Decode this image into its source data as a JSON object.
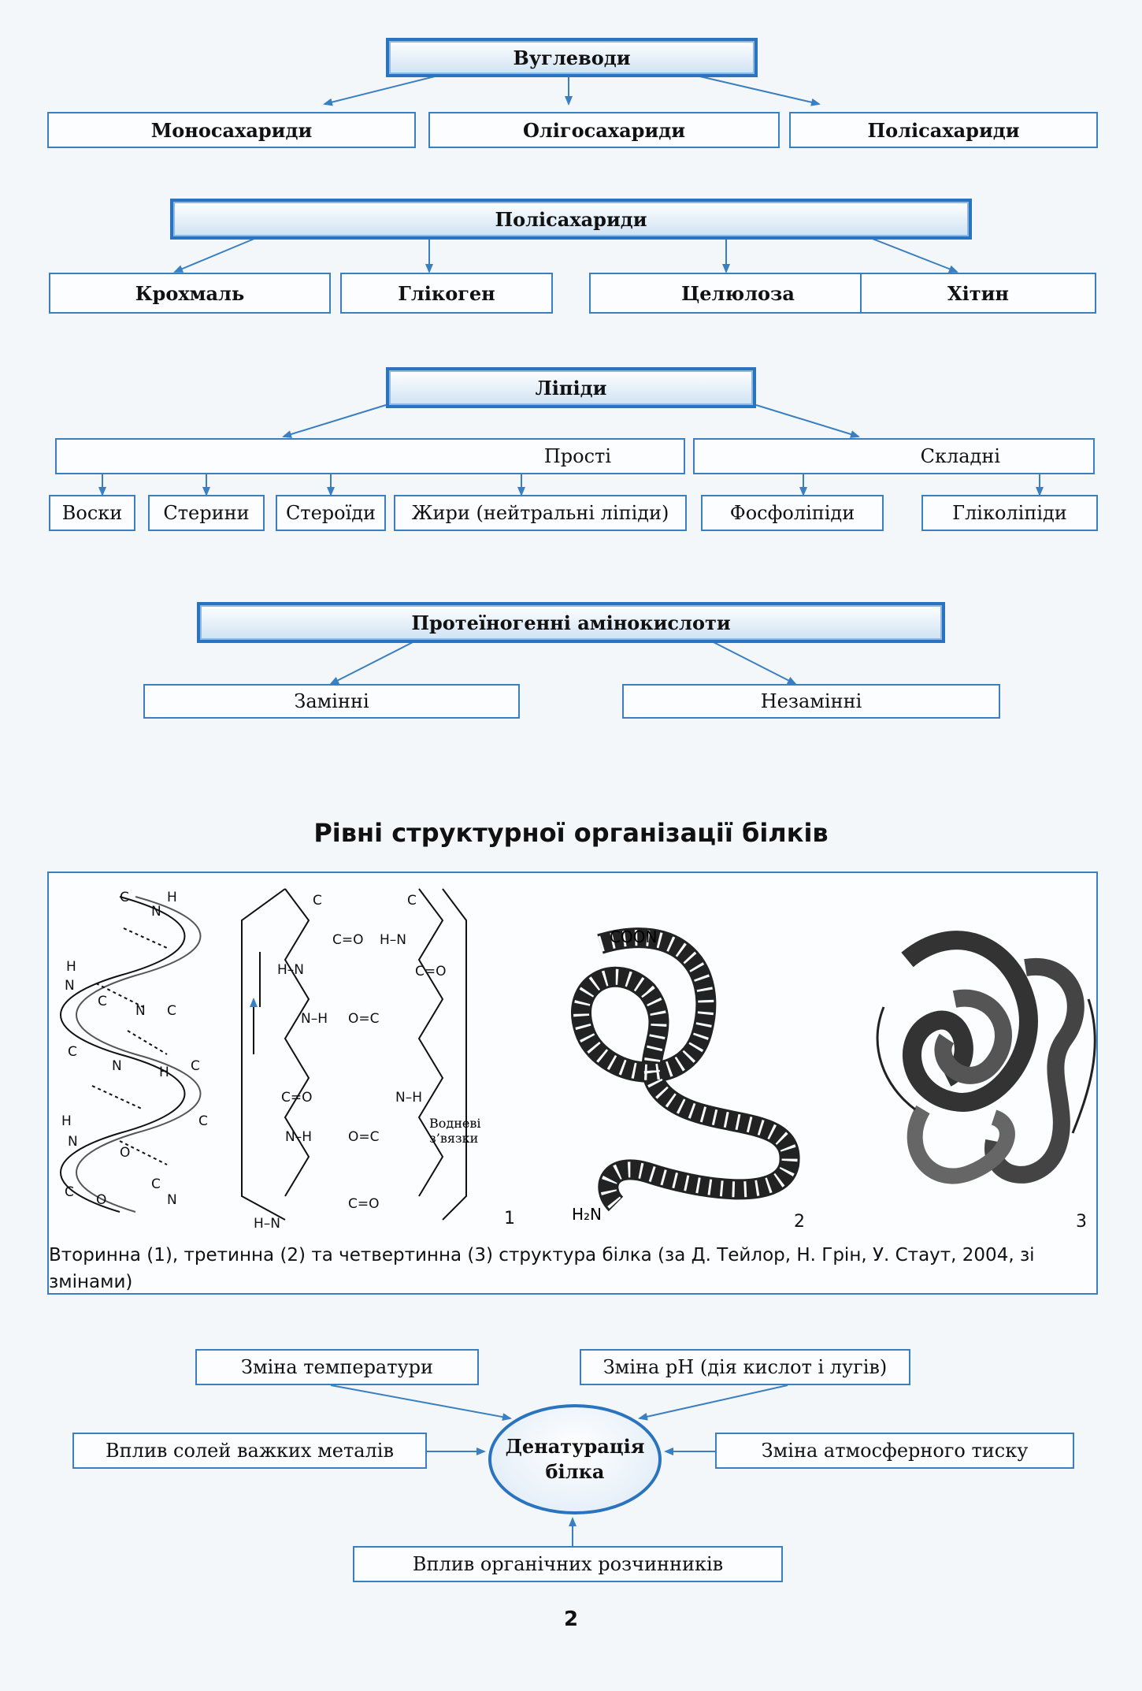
{
  "carbohydrates": {
    "title": "Вуглеводи",
    "items": [
      "Моносахариди",
      "Олігосахариди",
      "Полісахариди"
    ]
  },
  "polysaccharides": {
    "title": "Полісахариди",
    "items": [
      "Крохмаль",
      "Глікоген",
      "Целюлоза",
      "Хітин"
    ]
  },
  "lipids": {
    "title": "Ліпіди",
    "simple": "Прості",
    "complex": "Складні",
    "simple_items": [
      "Воски",
      "Стерини",
      "Стероїди",
      "Жири (нейтральні ліпіди)"
    ],
    "complex_items": [
      "Фосфоліпіди",
      "Гліколіпіди"
    ]
  },
  "amino_acids": {
    "title": "Протеїногенні амінокислоти",
    "items": [
      "Замінні",
      "Незамінні"
    ]
  },
  "protein_structure": {
    "title": "Рівні структурної організації білків",
    "hbond_label": [
      "Водневі",
      "з’вязки"
    ],
    "coon": "COON",
    "h2n": "H₂N",
    "fig_numbers": [
      "1",
      "2",
      "3"
    ],
    "caption": "Вторинна (1), третинна (2) та четвертинна (3) структура білка (за Д. Тейлор, Н. Грін, У. Стаут, 2004, зі змінами)"
  },
  "denaturation": {
    "center_line1": "Денатурація",
    "center_line2": "білка",
    "factors": {
      "temperature": "Зміна температури",
      "ph": "Зміна рН (дія кислот і лугів)",
      "salts": "Вплив солей важких металів",
      "pressure": "Зміна атмосферного тиску",
      "solvents": "Вплив органічних розчинників"
    }
  },
  "page_number": "2",
  "colors": {
    "border": "#3a7fc1",
    "heading_border": "#2a74bf",
    "heading_fill": "#cfe2f3"
  }
}
